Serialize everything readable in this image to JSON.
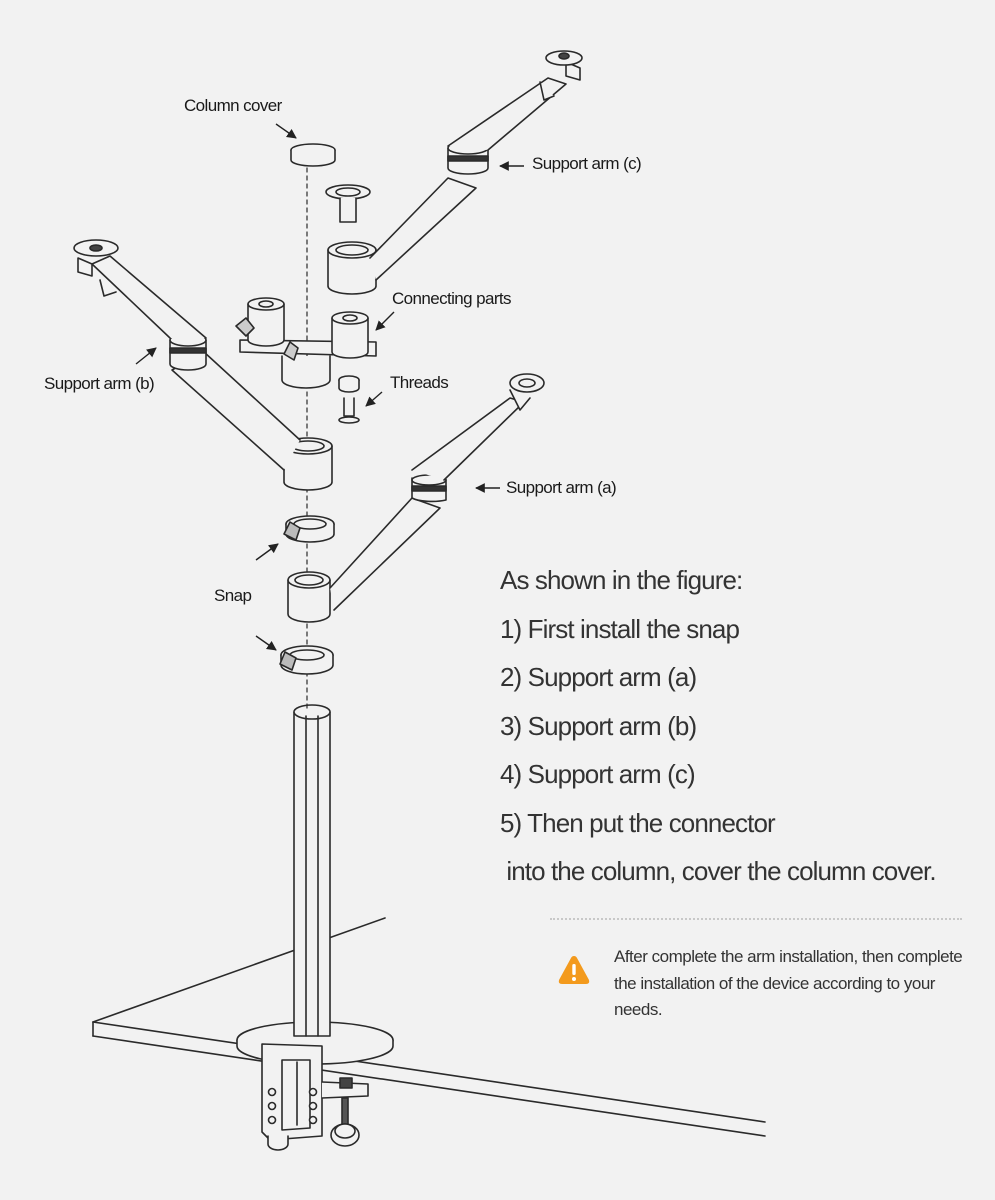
{
  "labels": {
    "column_cover": "Column cover",
    "support_arm_c": "Support arm (c)",
    "connecting_parts": "Connecting parts",
    "support_arm_b": "Support arm (b)",
    "threads": "Threads",
    "support_arm_a": "Support arm (a)",
    "snap": "Snap"
  },
  "instructions": {
    "heading": "As shown in the figure:",
    "step1": "1) First install the snap",
    "step2": "2) Support arm (a)",
    "step3": "3) Support arm (b)",
    "step4": "4) Support arm (c)",
    "step5a": "5) Then put the connector",
    "step5b": " into the column, cover the column cover."
  },
  "note": {
    "text": "After complete the arm installation, then complete the installation of the device according to your needs.",
    "icon": "warning-icon",
    "icon_color": "#f39a1d"
  }
}
